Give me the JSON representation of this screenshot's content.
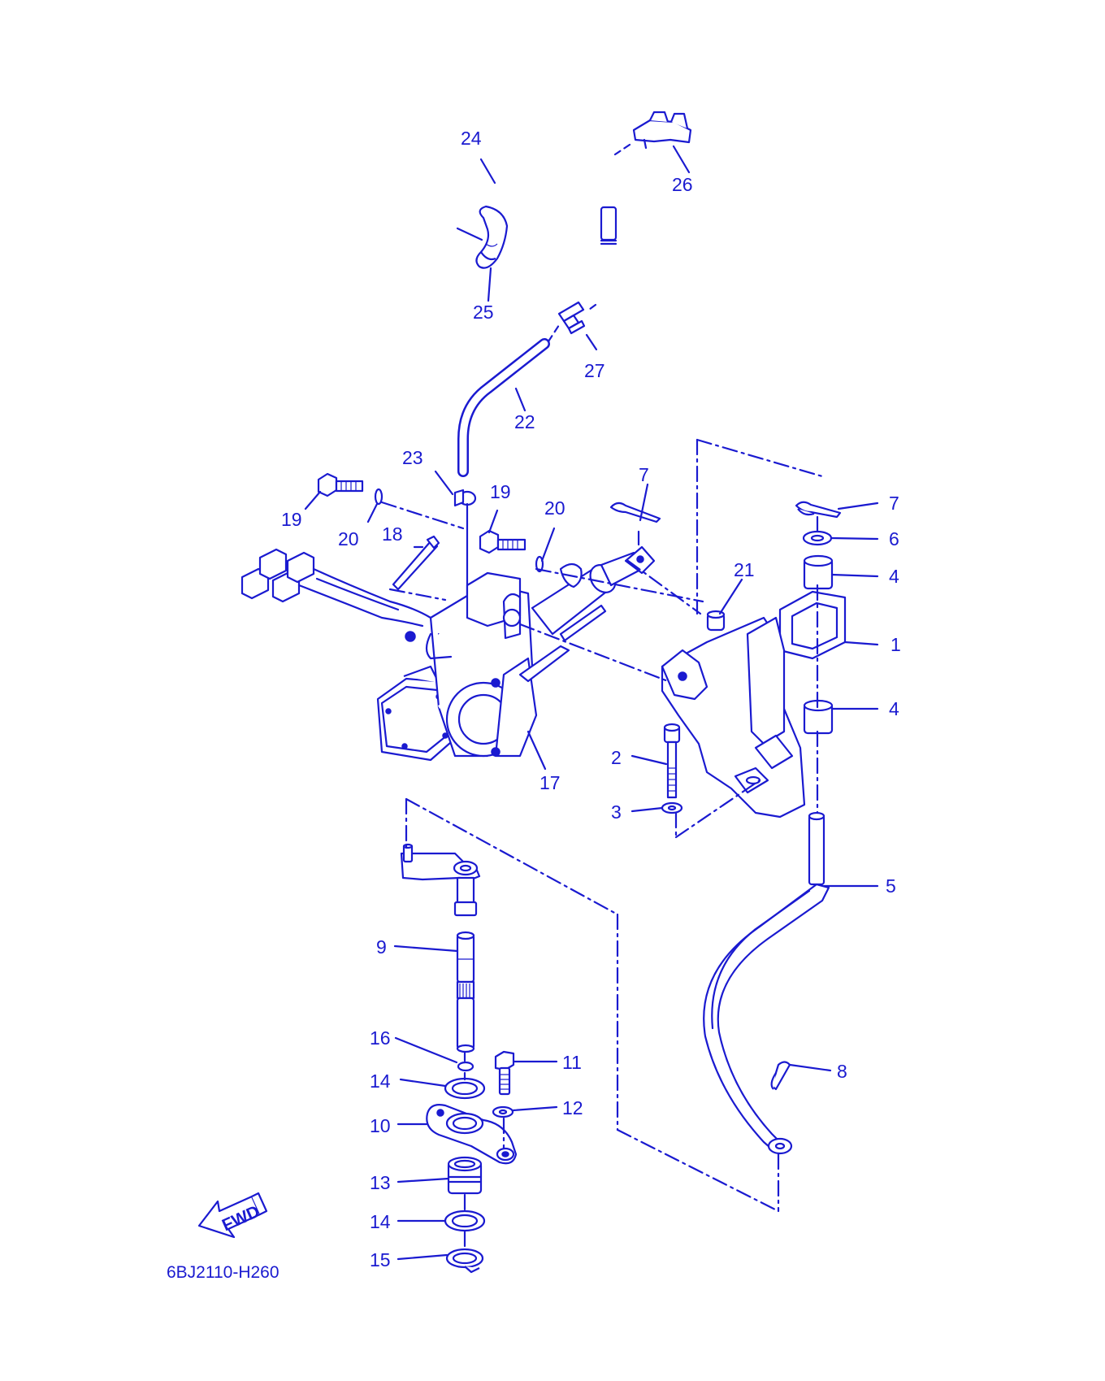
{
  "diagram": {
    "part_code": "6BJ2110-H260",
    "fwd_label": "FWD",
    "callouts": [
      {
        "id": "c24",
        "text": "24"
      },
      {
        "id": "c26",
        "text": "26"
      },
      {
        "id": "c25",
        "text": "25"
      },
      {
        "id": "c27",
        "text": "27"
      },
      {
        "id": "c22",
        "text": "22"
      },
      {
        "id": "c23",
        "text": "23"
      },
      {
        "id": "c19a",
        "text": "19"
      },
      {
        "id": "c19b",
        "text": "19"
      },
      {
        "id": "c20a",
        "text": "20"
      },
      {
        "id": "c20b",
        "text": "20"
      },
      {
        "id": "c18",
        "text": "18"
      },
      {
        "id": "c7a",
        "text": "7"
      },
      {
        "id": "c7b",
        "text": "7"
      },
      {
        "id": "c6",
        "text": "6"
      },
      {
        "id": "c4a",
        "text": "4"
      },
      {
        "id": "c21",
        "text": "21"
      },
      {
        "id": "c1",
        "text": "1"
      },
      {
        "id": "c4b",
        "text": "4"
      },
      {
        "id": "c17",
        "text": "17"
      },
      {
        "id": "c2",
        "text": "2"
      },
      {
        "id": "c3",
        "text": "3"
      },
      {
        "id": "c5",
        "text": "5"
      },
      {
        "id": "c9",
        "text": "9"
      },
      {
        "id": "c16",
        "text": "16"
      },
      {
        "id": "c11",
        "text": "11"
      },
      {
        "id": "c14a",
        "text": "14"
      },
      {
        "id": "c12",
        "text": "12"
      },
      {
        "id": "c10",
        "text": "10"
      },
      {
        "id": "c8",
        "text": "8"
      },
      {
        "id": "c13",
        "text": "13"
      },
      {
        "id": "c14b",
        "text": "14"
      },
      {
        "id": "c15",
        "text": "15"
      }
    ]
  }
}
